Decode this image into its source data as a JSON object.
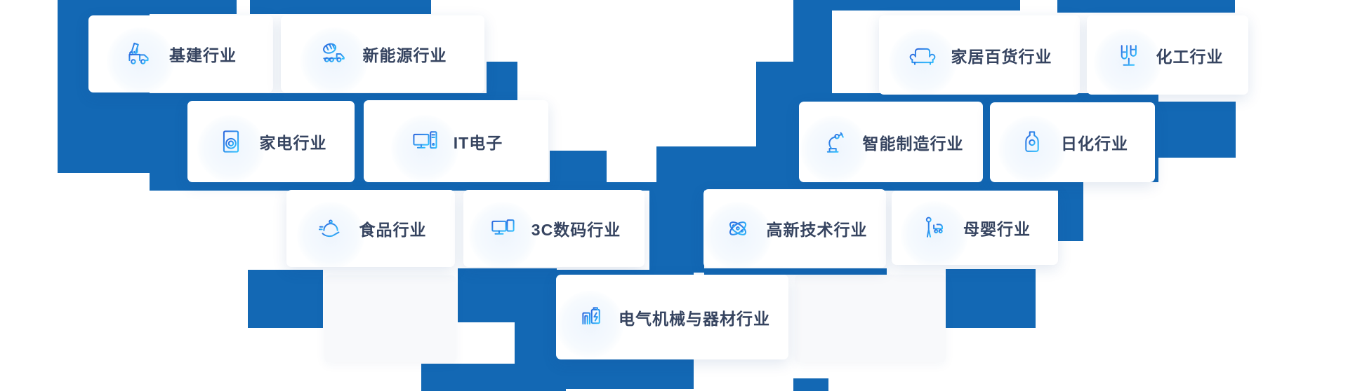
{
  "colors": {
    "tile-color": "#1368b4",
    "label-color": "#364460",
    "card-bg": "#ffffff",
    "empty-card-bg": "#f8f9fb",
    "icon-gradient-start": "#2c66dd",
    "icon-gradient-end": "#30c1ff"
  },
  "industry_cards": [
    {
      "label": "基建行业",
      "icon": "crane-truck-icon"
    },
    {
      "label": "新能源行业",
      "icon": "mixer-truck-icon"
    },
    {
      "label": "家居百货行业",
      "icon": "sofa-icon"
    },
    {
      "label": "化工行业",
      "icon": "test-tubes-icon"
    },
    {
      "label": "家电行业",
      "icon": "washing-machine-icon"
    },
    {
      "label": "IT电子",
      "icon": "desktop-computer-icon"
    },
    {
      "label": "智能制造行业",
      "icon": "robot-arm-icon"
    },
    {
      "label": "日化行业",
      "icon": "cosmetic-bottle-icon"
    },
    {
      "label": "食品行业",
      "icon": "food-cloche-icon"
    },
    {
      "label": "3C数码行业",
      "icon": "dual-monitor-icon"
    },
    {
      "label": "高新技术行业",
      "icon": "atom-icon"
    },
    {
      "label": "母婴行业",
      "icon": "mother-baby-icon"
    },
    {
      "label": "电气机械与器材行业",
      "icon": "battery-cable-icon"
    }
  ]
}
